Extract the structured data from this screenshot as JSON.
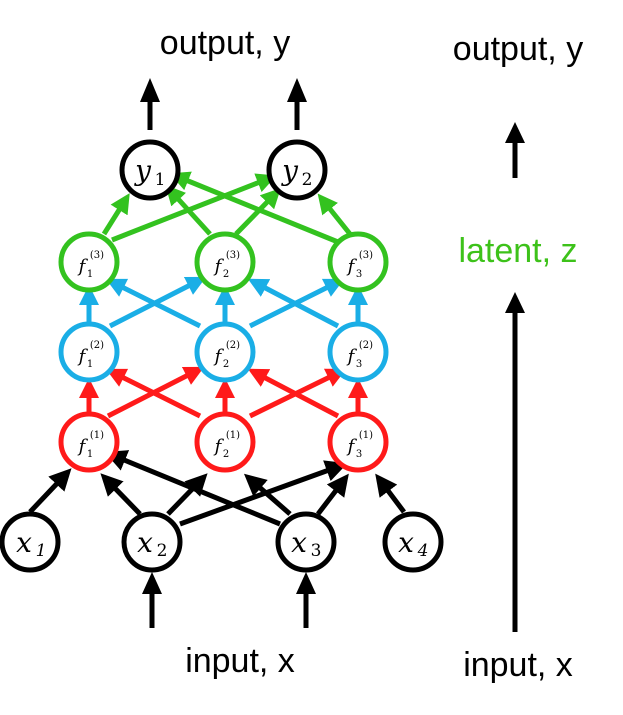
{
  "labels": {
    "output_top": "output, y",
    "output_right": "output, y",
    "latent": "latent, z",
    "input_bottom": "input, x",
    "input_right": "input, x"
  },
  "colors": {
    "black": "#000000",
    "red": "#ff1a1a",
    "blue": "#1aaee6",
    "green": "#33c21f",
    "latent_text": "#3dc21a"
  },
  "nodes": {
    "y1": {
      "base": "y",
      "sub": "1"
    },
    "y2": {
      "base": "y",
      "sub": "2"
    },
    "f3_1": {
      "base": "f",
      "sub": "1",
      "sup": "(3)"
    },
    "f3_2": {
      "base": "f",
      "sub": "2",
      "sup": "(3)"
    },
    "f3_3": {
      "base": "f",
      "sub": "3",
      "sup": "(3)"
    },
    "f2_1": {
      "base": "f",
      "sub": "1",
      "sup": "(2)"
    },
    "f2_2": {
      "base": "f",
      "sub": "2",
      "sup": "(2)"
    },
    "f2_3": {
      "base": "f",
      "sub": "3",
      "sup": "(2)"
    },
    "f1_1": {
      "base": "f",
      "sub": "1",
      "sup": "(1)"
    },
    "f1_2": {
      "base": "f",
      "sub": "2",
      "sup": "(1)"
    },
    "f1_3": {
      "base": "f",
      "sub": "3",
      "sup": "(1)"
    },
    "x1": {
      "base": "x",
      "sub": "1"
    },
    "x2": {
      "base": "x",
      "sub": "2"
    },
    "x3": {
      "base": "x",
      "sub": "3"
    },
    "x4": {
      "base": "x",
      "sub": "4"
    }
  }
}
